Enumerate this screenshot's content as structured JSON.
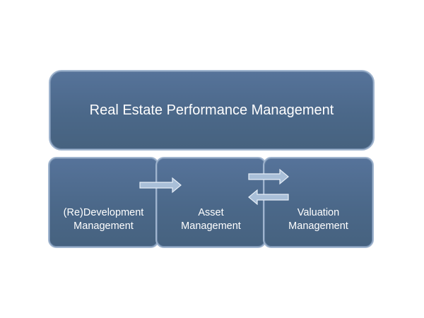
{
  "diagram": {
    "top": {
      "label": "Real Estate Performance Management"
    },
    "boxes": [
      {
        "line1": "(Re)Development",
        "line2": "Management"
      },
      {
        "line1": "Asset",
        "line2": "Management"
      },
      {
        "line1": "Valuation",
        "line2": "Management"
      }
    ]
  },
  "colors": {
    "box_fill": "#4f6c8c",
    "box_border": "#9fb4ce",
    "arrow_fill": "#a9bfd8",
    "text": "#ffffff"
  }
}
